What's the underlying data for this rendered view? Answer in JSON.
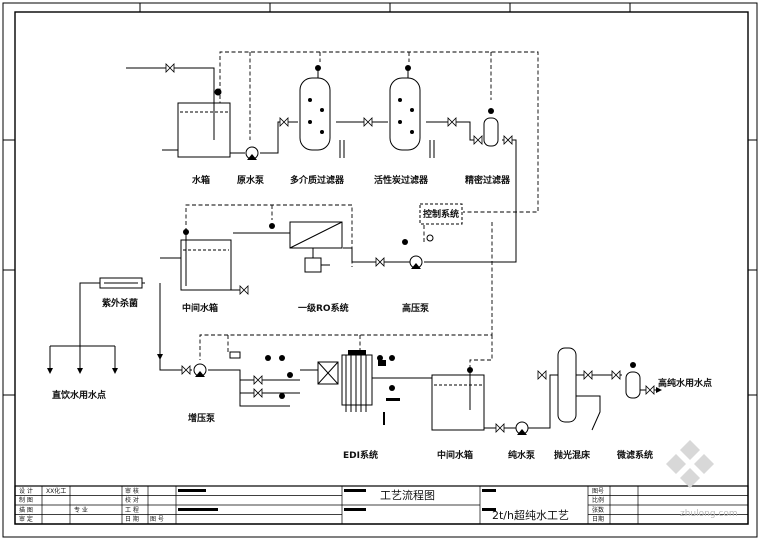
{
  "diagram": {
    "labels": {
      "raw_tank": "水箱",
      "raw_pump": "原水泵",
      "multimedia_filter": "多介质过滤器",
      "carbon_filter": "活性炭过滤器",
      "precision_filter": "精密过滤器",
      "control_system": "控制系统",
      "mid_tank_1": "中间水箱",
      "ro_system": "一级RO系统",
      "booster_pump_ro": "高压泵",
      "uv_sterilizer": "紫外杀菌",
      "direct_use": "直饮水用水点",
      "booster_pump": "增压泵",
      "edi_system": "EDI系统",
      "mid_tank_2": "中间水箱",
      "pure_pump": "纯水泵",
      "polish_mixed_bed": "抛光混床",
      "final_filter": "微滤系统",
      "high_purity_use": "高纯水用水点"
    }
  },
  "title_block": {
    "drawing_name": "工艺流程图",
    "project_name": "2t/h超纯水工艺",
    "left_rows": [
      [
        "设 计",
        "XX化工",
        "审 核",
        "",
        ""
      ],
      [
        "制 图",
        "",
        "校 对",
        "",
        ""
      ],
      [
        "描 图",
        "专 业",
        "工 程",
        "",
        ""
      ],
      [
        "审 定",
        "",
        "日 期",
        "图 号",
        ""
      ]
    ],
    "right_labels": [
      "图号",
      "比例",
      "张数",
      "日期"
    ]
  },
  "watermark": "zhulong.com"
}
